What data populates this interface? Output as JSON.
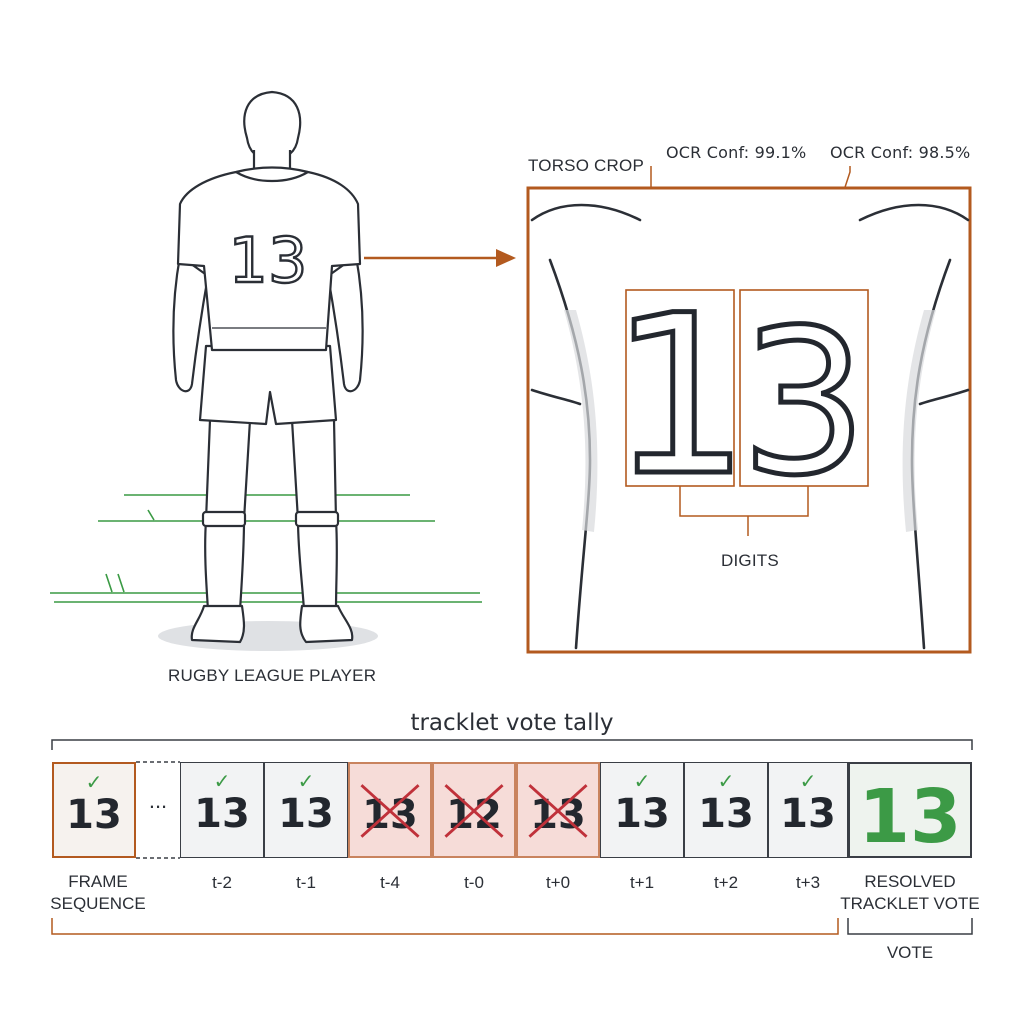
{
  "player": {
    "jersey_number": "13",
    "label": "RUGBY LEAGUE PLAYER"
  },
  "crop": {
    "title": "TORSO CROP",
    "digit_1": "1",
    "digit_2": "3",
    "ocr_conf_1": "OCR Conf: 99.1%",
    "ocr_conf_2": "OCR Conf: 98.5%",
    "digits_label": "DIGITS"
  },
  "tally": {
    "title": "tracklet vote tally",
    "ellipsis": "...",
    "frames": [
      {
        "value": "13",
        "tick": "",
        "status": "accepted"
      },
      {
        "value": "13",
        "tick": "t-2",
        "status": "accepted"
      },
      {
        "value": "13",
        "tick": "t-1",
        "status": "accepted"
      },
      {
        "value": "13",
        "tick": "t-4",
        "status": "rejected"
      },
      {
        "value": "12",
        "tick": "t-0",
        "status": "rejected"
      },
      {
        "value": "13",
        "tick": "t+0",
        "status": "rejected"
      },
      {
        "value": "13",
        "tick": "t+1",
        "status": "accepted"
      },
      {
        "value": "13",
        "tick": "t+2",
        "status": "accepted"
      },
      {
        "value": "13",
        "tick": "t+3",
        "status": "accepted"
      }
    ],
    "frame_sequence_label": "FRAME\nSEQUENCE",
    "resolved": {
      "value": "13",
      "label": "RESOLVED\nTRACKLET VOTE",
      "footer": "VOTE"
    }
  },
  "colors": {
    "accent": "#b35a1f",
    "accept": "#3c9a46",
    "reject": "#c0313a",
    "reject_bg": "#f6dcd8",
    "field": "#3a9a44"
  }
}
